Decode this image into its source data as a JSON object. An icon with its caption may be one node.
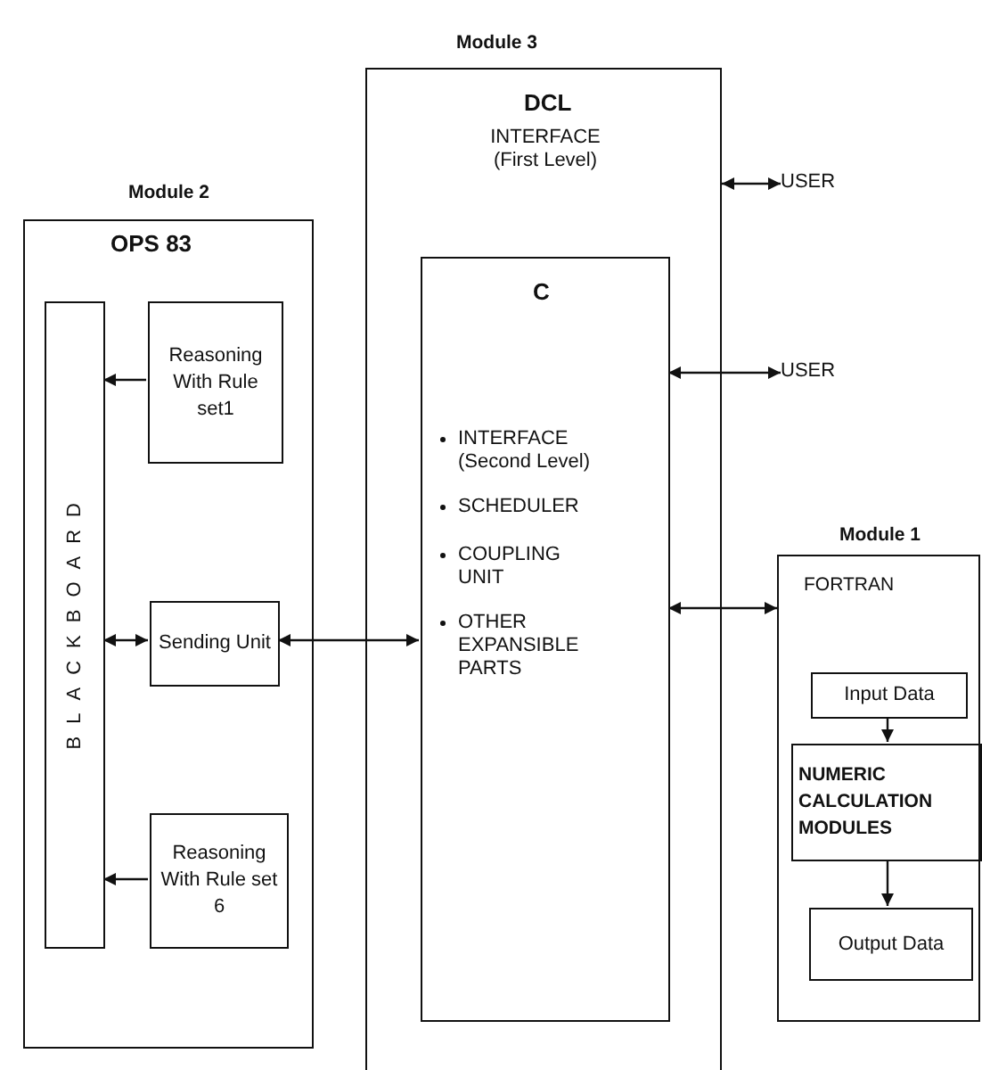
{
  "diagram": {
    "nodes": [
      {
        "text": [
          "Module 2",
          "OPS 83"
        ]
      },
      {
        "text": [
          "BLACKBOARD"
        ],
        "in": 0
      },
      {
        "text": [
          "Reasoning With Rule set1"
        ],
        "in": 0
      },
      {
        "text": [
          "Sending Unit"
        ],
        "in": 0
      },
      {
        "text": [
          "Reasoning With Rule set 6"
        ],
        "in": 0
      },
      {
        "text": [
          "Module 3",
          "DCL",
          "INTERFACE (First Level)"
        ]
      },
      {
        "text": [
          "C",
          "INTERFACE (Second Level)",
          "SCHEDULER",
          "COUPLING UNIT",
          "OTHER EXPANSIBLE PARTS"
        ],
        "in": 5
      },
      {
        "text": [
          "USER"
        ]
      },
      {
        "text": [
          "USER"
        ]
      },
      {
        "text": [
          "Module 1",
          "FORTRAN"
        ]
      },
      {
        "text": [
          "Input Data"
        ],
        "in": 9
      },
      {
        "text": [
          "NUMERIC CALCULATION MODULES"
        ],
        "in": 9
      },
      {
        "text": [
          "Output Data"
        ],
        "in": 9
      }
    ],
    "edges": [
      {
        "from": 2,
        "to": 1,
        "arrow": "to"
      },
      {
        "from": 3,
        "to": 1,
        "arrow": "both"
      },
      {
        "from": 4,
        "to": 1,
        "arrow": "to"
      },
      {
        "from": 3,
        "to": 6,
        "arrow": "both"
      },
      {
        "from": 5,
        "to": 7,
        "arrow": "both"
      },
      {
        "from": 6,
        "to": 8,
        "arrow": "both"
      },
      {
        "from": 6,
        "to": 9,
        "arrow": "both"
      },
      {
        "from": 10,
        "to": 11,
        "arrow": "to"
      },
      {
        "from": 11,
        "to": 12,
        "arrow": "to"
      }
    ]
  }
}
